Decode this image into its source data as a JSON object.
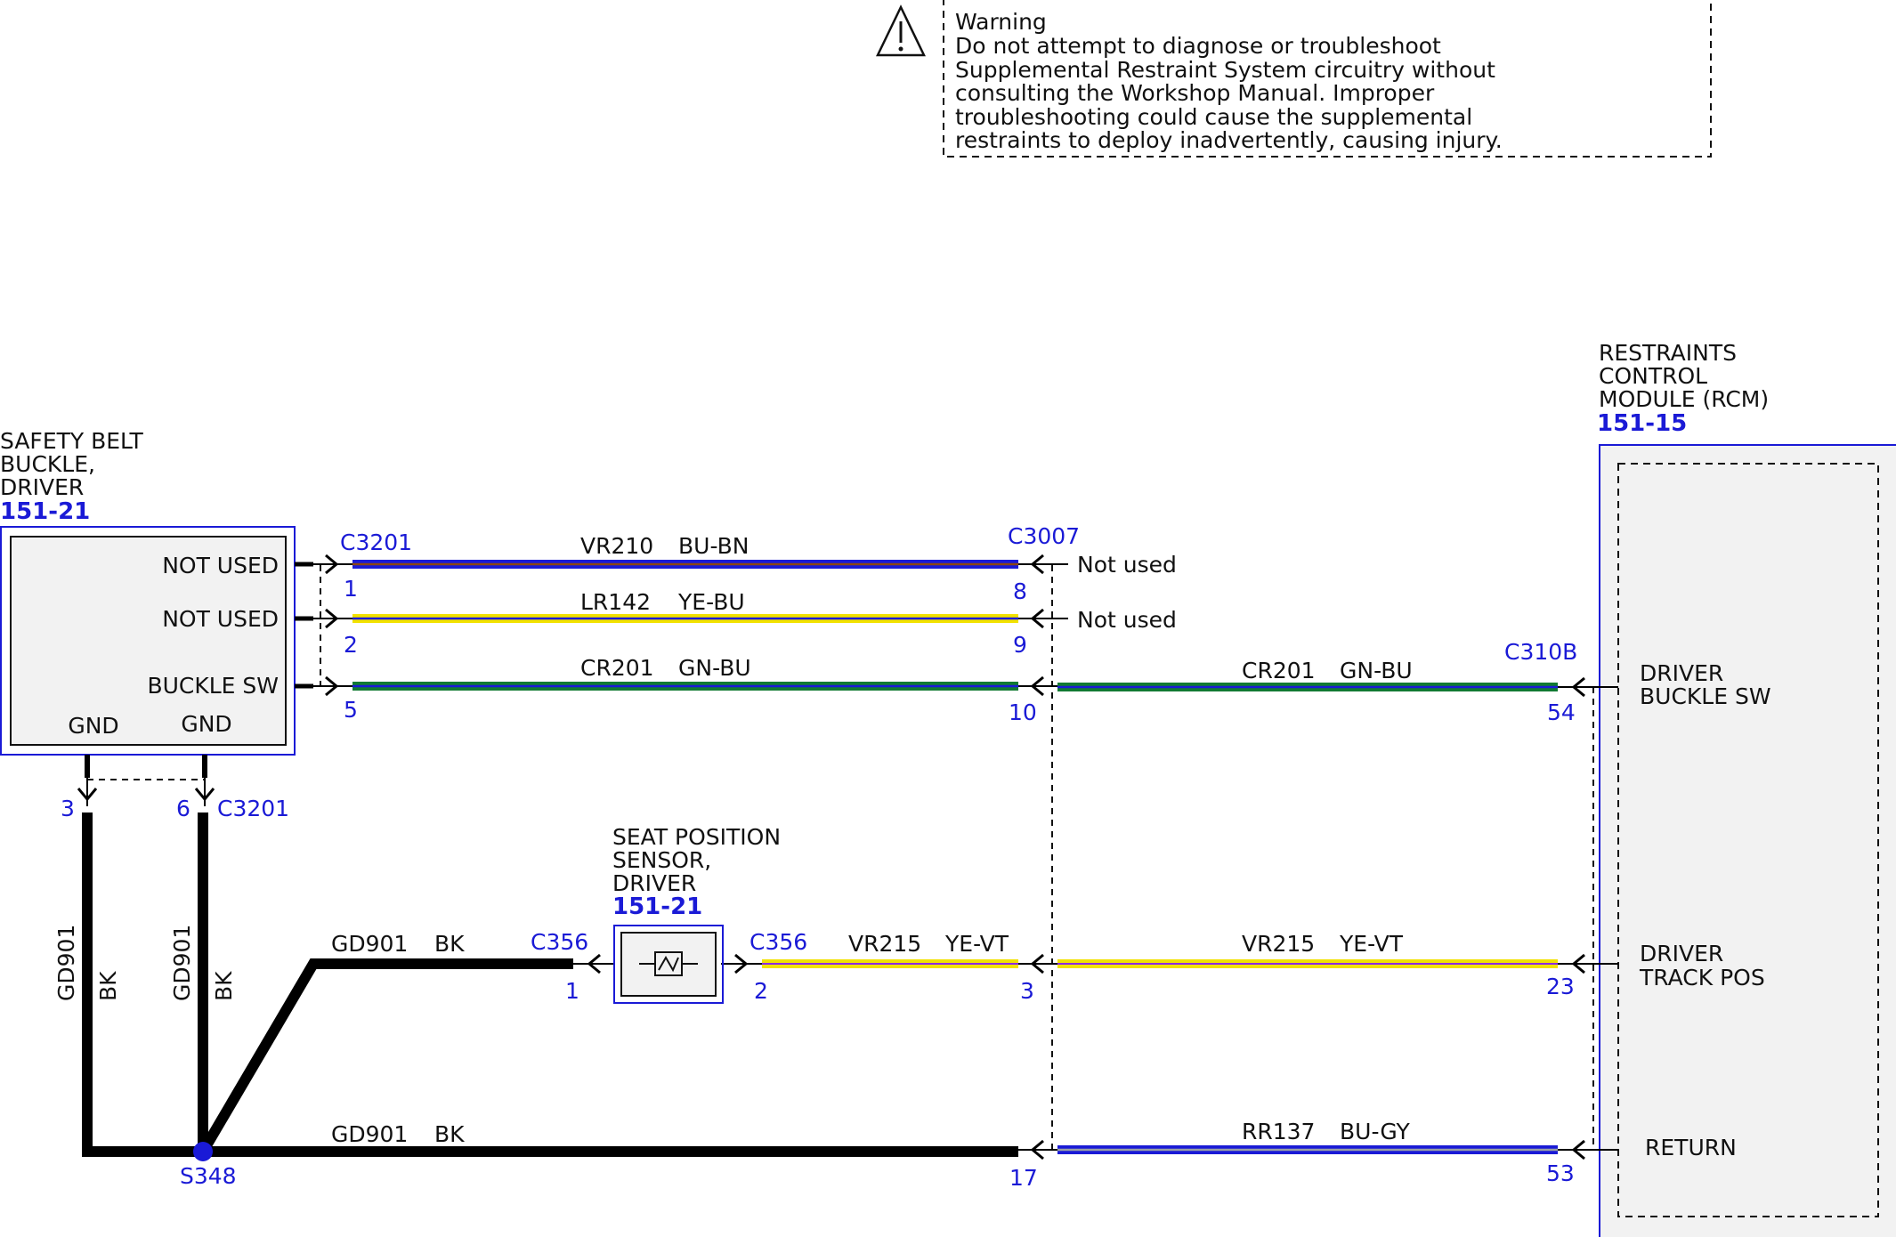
{
  "warning": {
    "title": "Warning",
    "lines": [
      "Do not attempt to diagnose or troubleshoot",
      "Supplemental Restraint System circuitry without",
      "consulting the Workshop Manual. Improper",
      "troubleshooting could cause the supplemental",
      "restraints to deploy inadvertently, causing injury."
    ]
  },
  "buckle": {
    "title_lines": [
      "SAFETY BELT",
      "BUCKLE,",
      "DRIVER"
    ],
    "ref": "151-21",
    "pins": {
      "p1": "NOT USED",
      "p2": "NOT USED",
      "p5": "BUCKLE SW",
      "gnd_a": "GND",
      "gnd_b": "GND"
    }
  },
  "rcm": {
    "title_lines": [
      "RESTRAINTS",
      "CONTROL",
      "MODULE (RCM)"
    ],
    "ref": "151-15",
    "pins": {
      "buckle_line1": "DRIVER",
      "buckle_line2": "BUCKLE SW",
      "track_line1": "DRIVER",
      "track_line2": "TRACK POS",
      "return": "RETURN"
    }
  },
  "sensor": {
    "title_lines": [
      "SEAT POSITION",
      "SENSOR,",
      "DRIVER"
    ],
    "ref": "151-21"
  },
  "connectors": {
    "c3201_top": "C3201",
    "c3201_bottom": "C3201",
    "c3007": "C3007",
    "c310b": "C310B",
    "c356_left": "C356",
    "c356_right": "C356",
    "splice": "S348"
  },
  "pin_numbers": {
    "c3201_1": "1",
    "c3201_2": "2",
    "c3201_5": "5",
    "c3201_3": "3",
    "c3201_6": "6",
    "c3007_8": "8",
    "c3007_9": "9",
    "c3007_10": "10",
    "c3007_3": "3",
    "c3007_17": "17",
    "c310b_54": "54",
    "c310b_23": "23",
    "c310b_53": "53",
    "c356_1": "1",
    "c356_2": "2"
  },
  "not_used": {
    "pin8": "Not used",
    "pin9": "Not used"
  },
  "wires": {
    "vr210": {
      "circuit": "VR210",
      "color": "BU-BN"
    },
    "lr142": {
      "circuit": "LR142",
      "color": "YE-BU"
    },
    "cr201_a": {
      "circuit": "CR201",
      "color": "GN-BU"
    },
    "cr201_b": {
      "circuit": "CR201",
      "color": "GN-BU"
    },
    "gd901_top": {
      "circuit": "GD901",
      "color": "BK"
    },
    "gd901_bottom": {
      "circuit": "GD901",
      "color": "BK"
    },
    "gd901_v1": {
      "circuit": "GD901",
      "color": "BK"
    },
    "gd901_v2": {
      "circuit": "GD901",
      "color": "BK"
    },
    "vr215_a": {
      "circuit": "VR215",
      "color": "YE-VT"
    },
    "vr215_b": {
      "circuit": "VR215",
      "color": "YE-VT"
    },
    "rr137": {
      "circuit": "RR137",
      "color": "BU-GY"
    }
  },
  "colors": {
    "ref_blue": "#1a1ad6",
    "blue": "#1a1ad6",
    "brown": "#8b4513",
    "yellow": "#f2e200",
    "green": "#117a32",
    "violet": "#8a2be2",
    "gray": "#9aa0a6",
    "black": "#000000",
    "box_fill": "#f2f2f2"
  }
}
